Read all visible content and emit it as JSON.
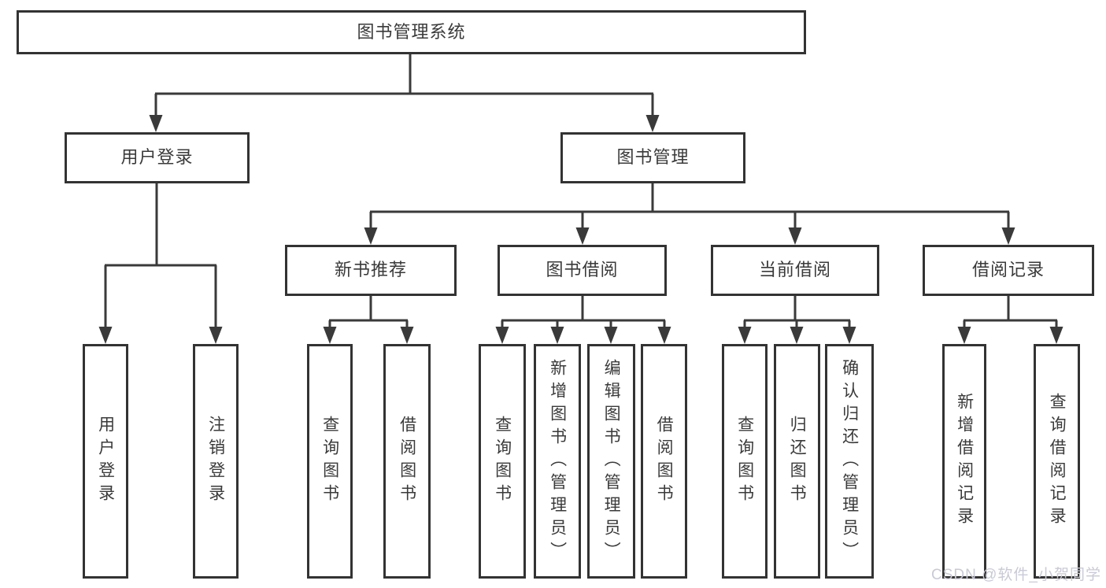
{
  "colors": {
    "line": "#3a3a3a",
    "border": "#333333",
    "text": "#3a3a3a",
    "background": "#ffffff",
    "watermark": "#c9cad6"
  },
  "root": {
    "label": "图书管理系统"
  },
  "level2": [
    {
      "label": "用户登录"
    },
    {
      "label": "图书管理"
    }
  ],
  "level3": [
    {
      "label": "新书推荐"
    },
    {
      "label": "图书借阅"
    },
    {
      "label": "当前借阅"
    },
    {
      "label": "借阅记录"
    }
  ],
  "leafGroups": [
    {
      "leaves": [
        "用户登录",
        "注销登录"
      ]
    },
    {
      "leaves": [
        "查询图书",
        "借阅图书"
      ]
    },
    {
      "leaves": [
        "查询图书",
        "新增图书（管理员）",
        "编辑图书（管理员）",
        "借阅图书"
      ]
    },
    {
      "leaves": [
        "查询图书",
        "归还图书",
        "确认归还（管理员）"
      ]
    },
    {
      "leaves": [
        "新增借阅记录",
        "查询借阅记录"
      ]
    }
  ],
  "watermark": {
    "text": "CSDN @软件_小贺同学"
  }
}
